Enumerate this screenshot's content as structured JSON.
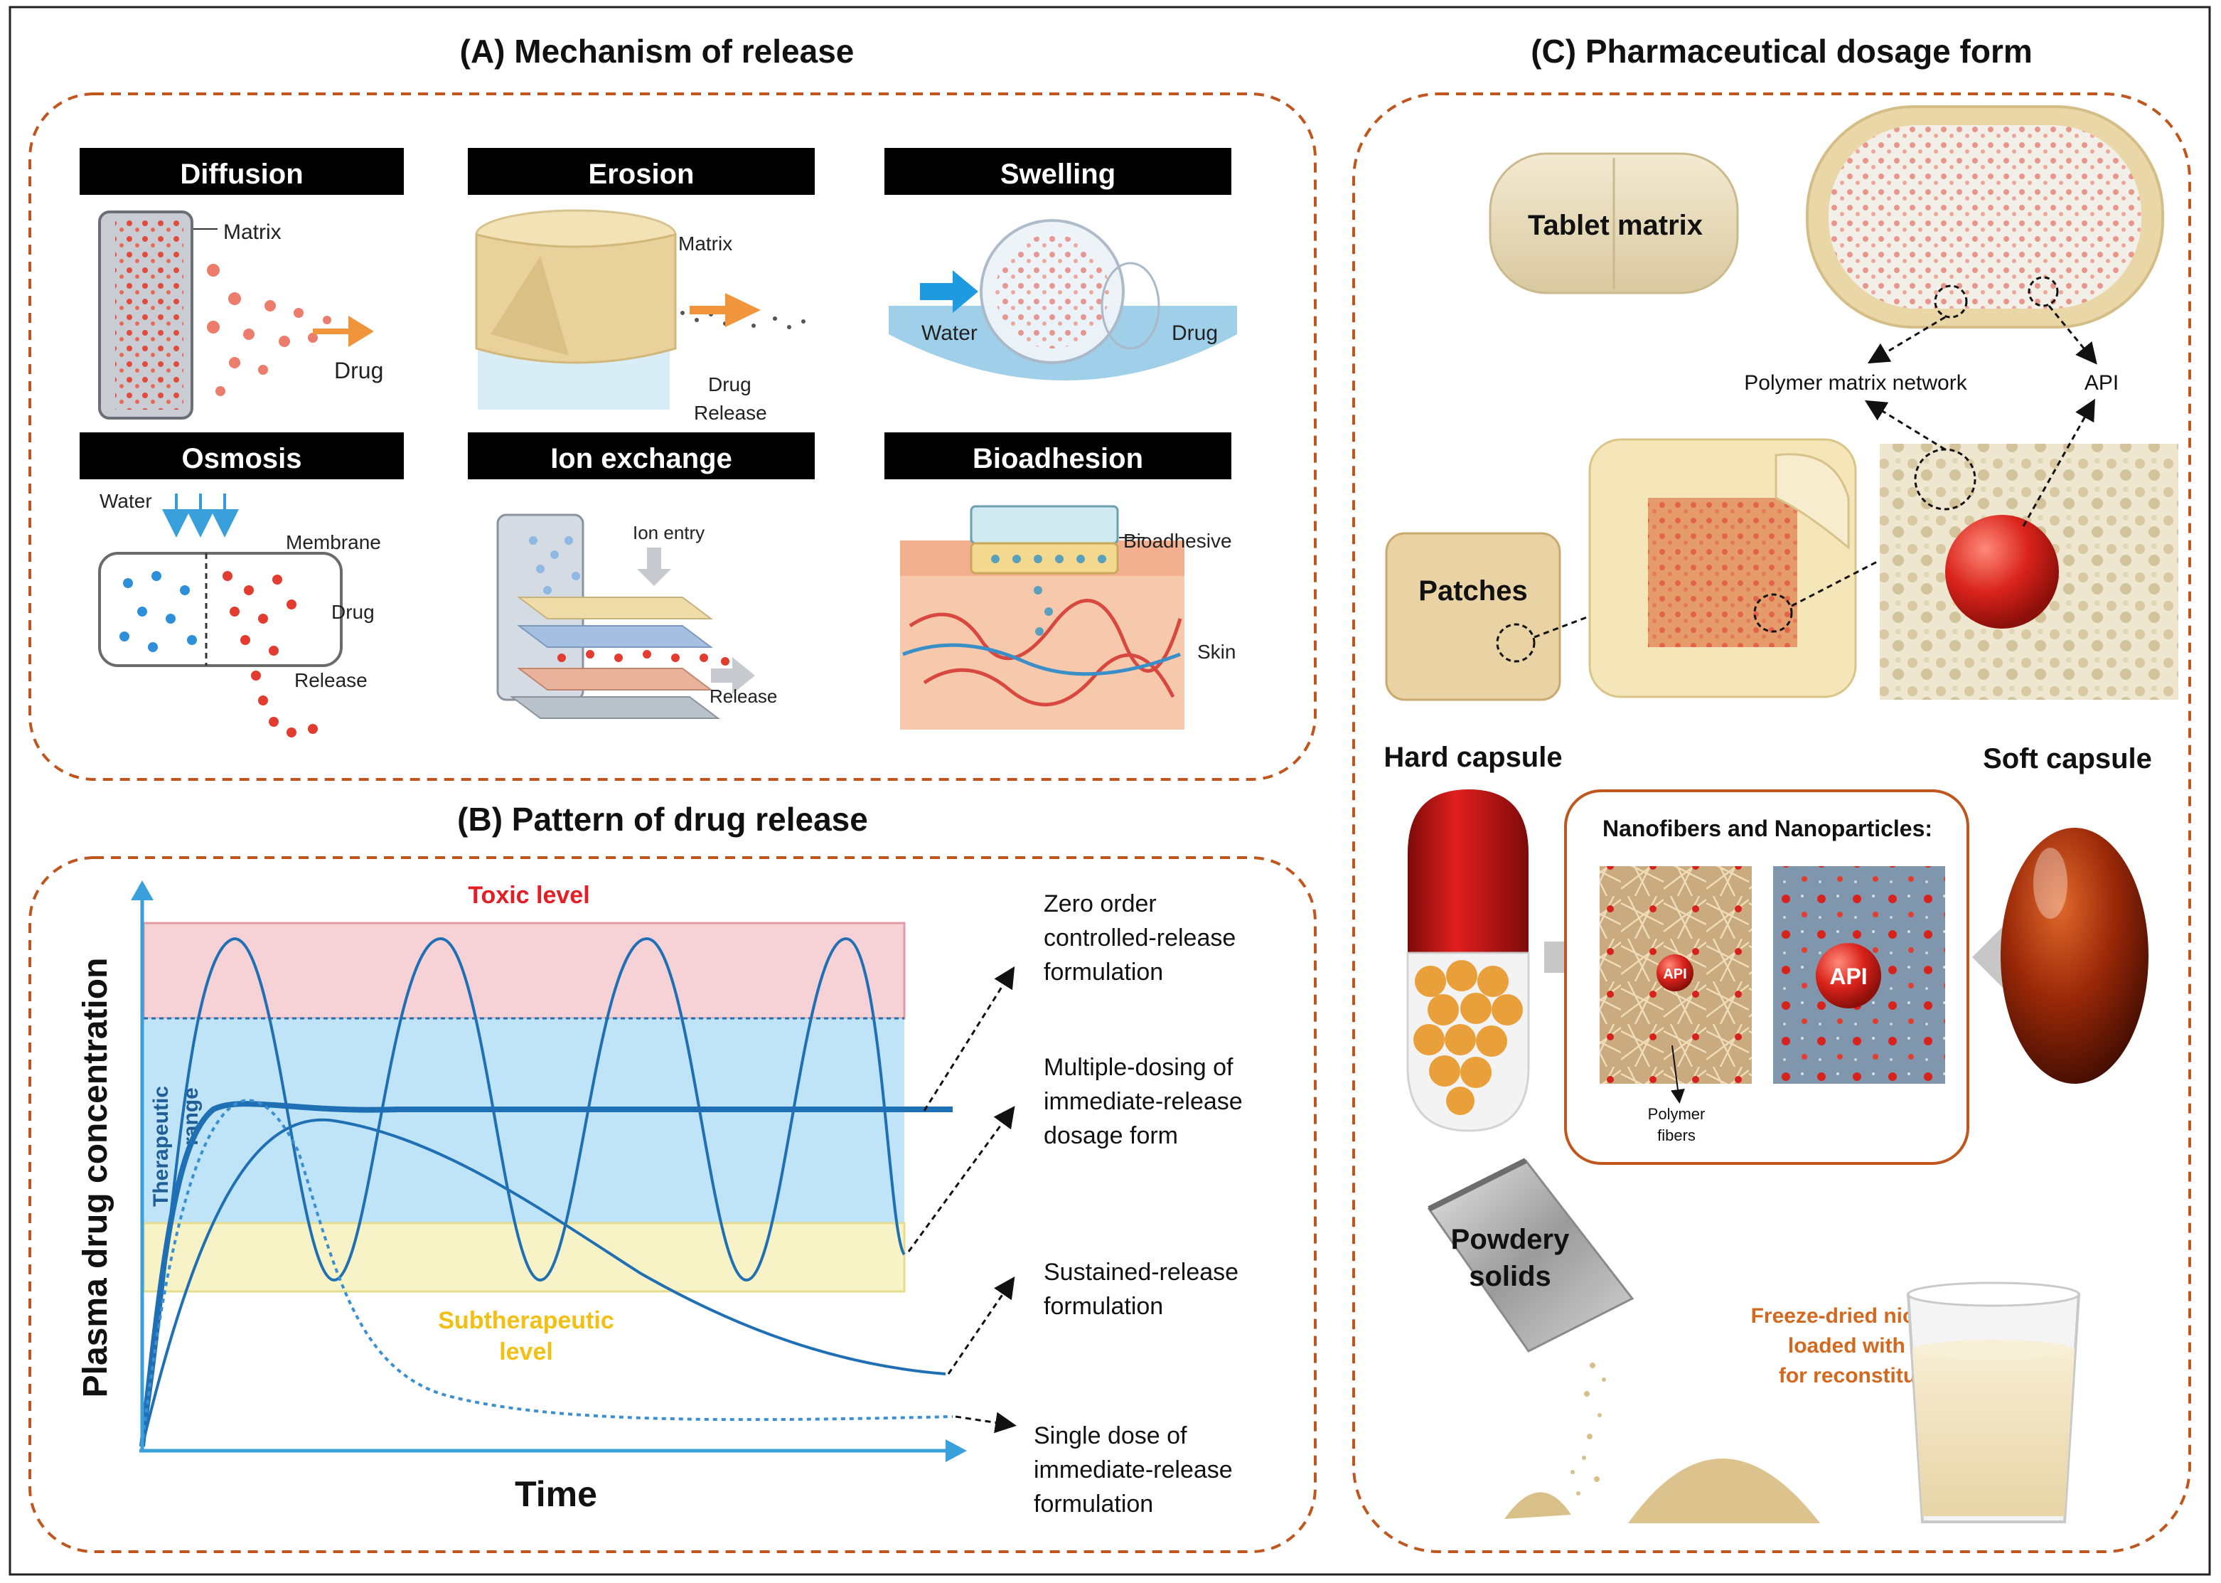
{
  "panels": {
    "a": {
      "title": "(A) Mechanism of release",
      "mechanisms": {
        "diffusion": {
          "header": "Diffusion",
          "labels": [
            "Matrix",
            "Drug"
          ]
        },
        "erosion": {
          "header": "Erosion",
          "labels": [
            "Matrix",
            "Drug",
            "Release"
          ]
        },
        "swelling": {
          "header": "Swelling",
          "labels": [
            "Water",
            "Drug"
          ]
        },
        "osmosis": {
          "header": "Osmosis",
          "labels": [
            "Water",
            "Membrane",
            "Drug",
            "Release"
          ]
        },
        "ion_exchange": {
          "header": "Ion exchange",
          "labels": [
            "Ion entry",
            "Release"
          ]
        },
        "bioadhesion": {
          "header": "Bioadhesion",
          "labels": [
            "Bioadhesive",
            "Skin"
          ]
        }
      }
    },
    "b": {
      "title": "(B) Pattern of drug release",
      "band_labels": {
        "toxic": "Toxic level",
        "therapeutic": [
          "Therapeutic",
          "range"
        ],
        "subtherapeutic": [
          "Subtherapeutic",
          "level"
        ]
      },
      "y_axis_label": "Plasma drug concentration",
      "x_axis_label": "Time",
      "curve_labels": [
        [
          "Zero order",
          "controlled-release",
          "formulation"
        ],
        [
          "Multiple-dosing of",
          "immediate-release",
          "dosage form"
        ],
        [
          "Sustained-release",
          "formulation"
        ],
        [
          "Single dose of",
          "immediate-release",
          "formulation"
        ]
      ]
    },
    "c": {
      "title": "(C) Pharmaceutical dosage form",
      "tablet_label": "Tablet matrix",
      "polymer_network_label": "Polymer matrix network",
      "api_label": "API",
      "patches_label": "Patches",
      "hard_capsule_label": "Hard capsule",
      "soft_capsule_label": "Soft capsule",
      "nano_box_title": "Nanofibers and Nanoparticles:",
      "api_tag": "API",
      "polymer_fibers_label": [
        "Polymer",
        "fibers"
      ],
      "powdery_label": [
        "Powdery",
        "solids"
      ],
      "freeze_dried_label": [
        "Freeze-dried niosomes",
        "loaded with API",
        "for reconstitution"
      ]
    }
  },
  "colors": {
    "panel_border": "#c0561e",
    "header_bg": "#000000",
    "curve_blue": "#1f6fb5",
    "toxic_band": "#f6d2d6",
    "therapeutic_band": "#bfe4f7",
    "subtherapeutic_band": "#f8f3c6",
    "toxic_text": "#e31e24",
    "subtherapeutic_text": "#f2c012",
    "orange_text": "#d2691e"
  }
}
